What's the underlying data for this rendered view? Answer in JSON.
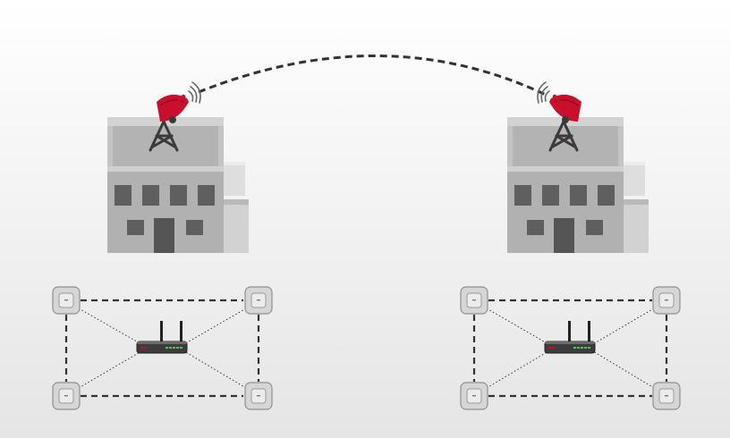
{
  "scene": {
    "background_top": "#ffffff",
    "background_bottom": "#e6e5e5"
  },
  "colors": {
    "dish_red": "#c8102e",
    "building_light": "#c7c7c7",
    "building_mid": "#a9a9a9",
    "building_dark": "#6f6f6f",
    "window": "#5d5d5d",
    "link_line": "#333333"
  },
  "icons": [
    "satellite-dish-icon",
    "building-icon",
    "wireless-router-icon",
    "access-point-icon"
  ],
  "buildings": [
    {
      "id": "left-building"
    },
    {
      "id": "right-building"
    }
  ],
  "networks": [
    {
      "id": "left-network",
      "access_points": 4,
      "router_leds": 5
    },
    {
      "id": "right-network",
      "access_points": 4,
      "router_leds": 5
    }
  ]
}
